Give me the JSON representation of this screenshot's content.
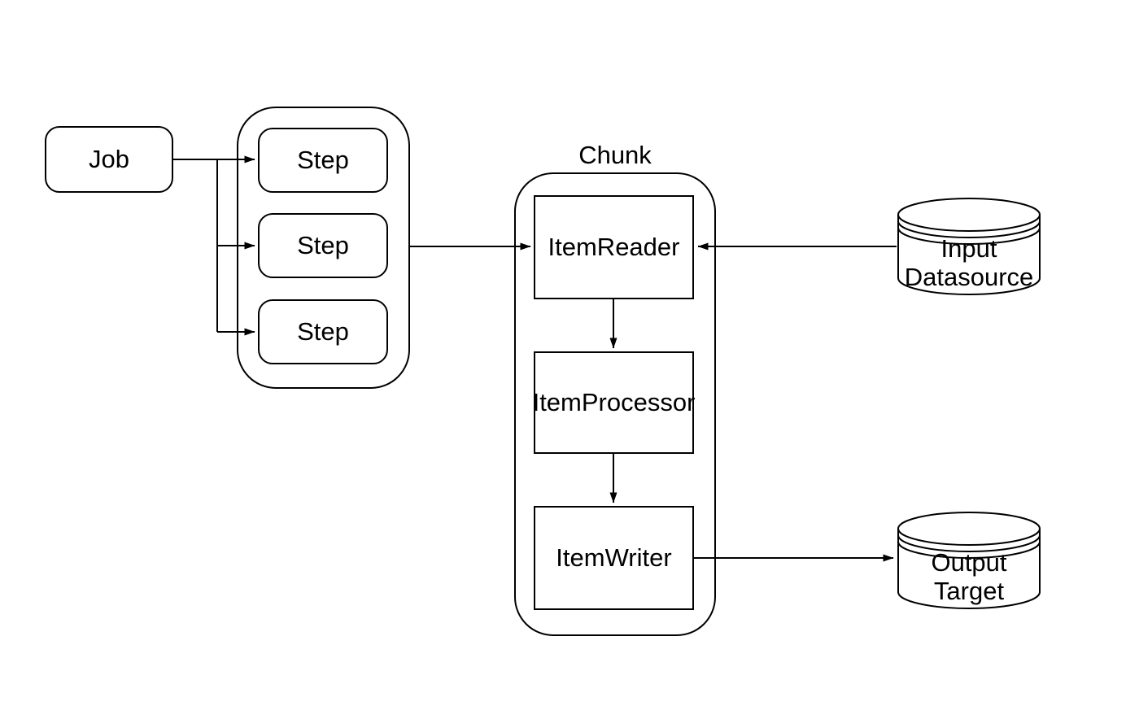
{
  "colors": {
    "stroke": "#000000",
    "fill": "#ffffff",
    "text": "#000000"
  },
  "nodes": {
    "job": {
      "label": "Job"
    },
    "steps": [
      {
        "label": "Step"
      },
      {
        "label": "Step"
      },
      {
        "label": "Step"
      }
    ],
    "chunk": {
      "label": "Chunk"
    },
    "item_reader": {
      "label": "ItemReader"
    },
    "item_processor": {
      "label": "ItemProcessor"
    },
    "item_writer": {
      "label": "ItemWriter"
    },
    "input_datasource": {
      "line1": "Input",
      "line2": "Datasource"
    },
    "output_target": {
      "line1": "Output",
      "line2": "Target"
    }
  }
}
